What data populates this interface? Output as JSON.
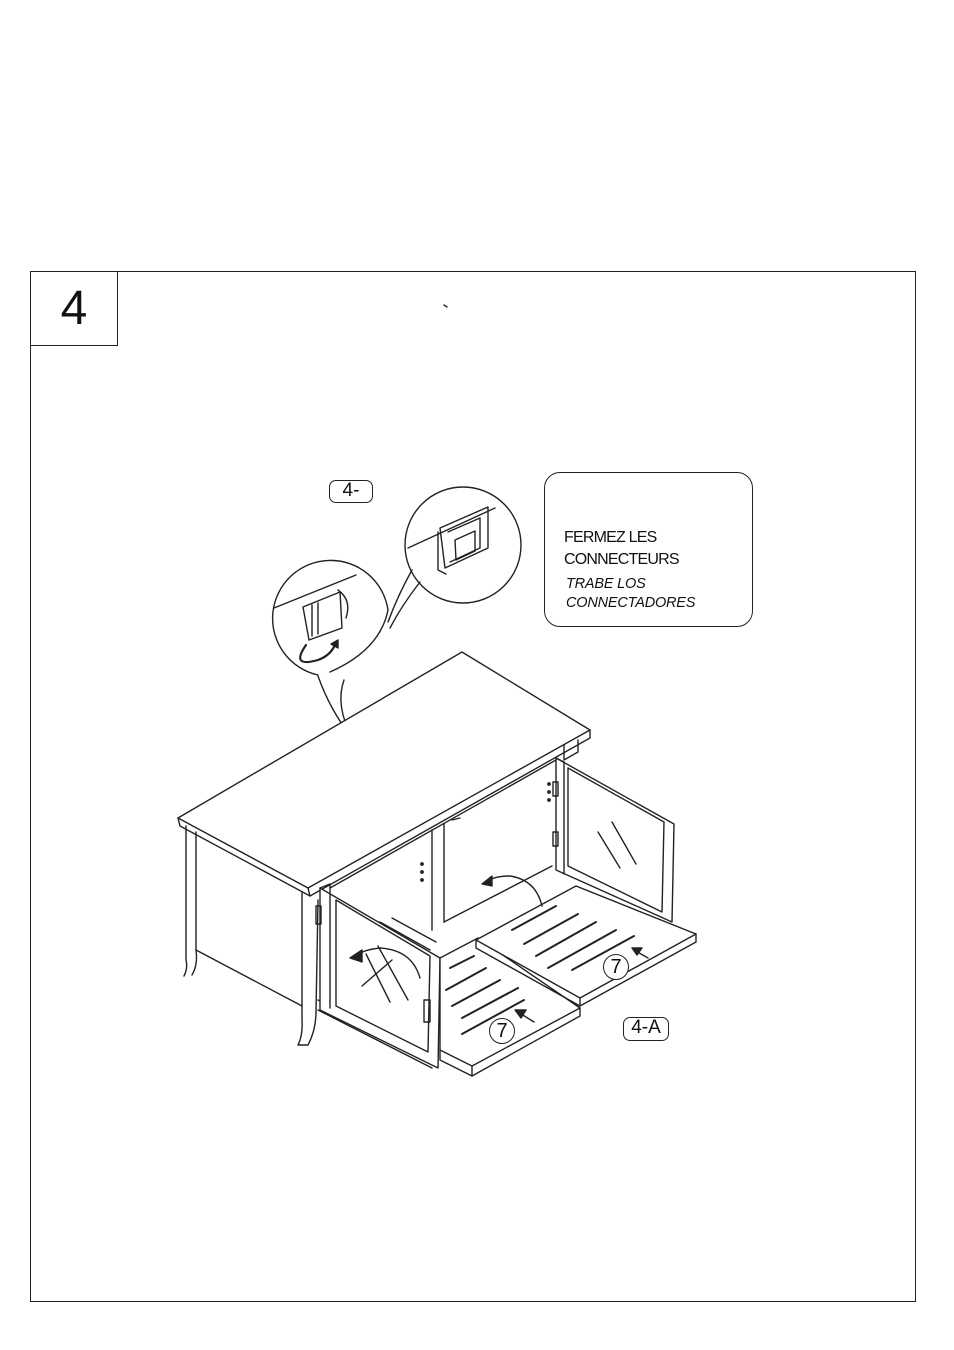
{
  "step": {
    "number": "4"
  },
  "labels": {
    "detail": "4-",
    "panel": "4-A"
  },
  "callout": {
    "fr_line1": "FERMEZ LES",
    "fr_line2": "CONNECTEURS",
    "es_line1": "TRABE LOS",
    "es_line2": "CONNECTADORES"
  },
  "parts": {
    "part_number_left": "7",
    "part_number_right": "7"
  },
  "icons": [
    "rotate-arrow-icon",
    "push-arrow-icon"
  ]
}
